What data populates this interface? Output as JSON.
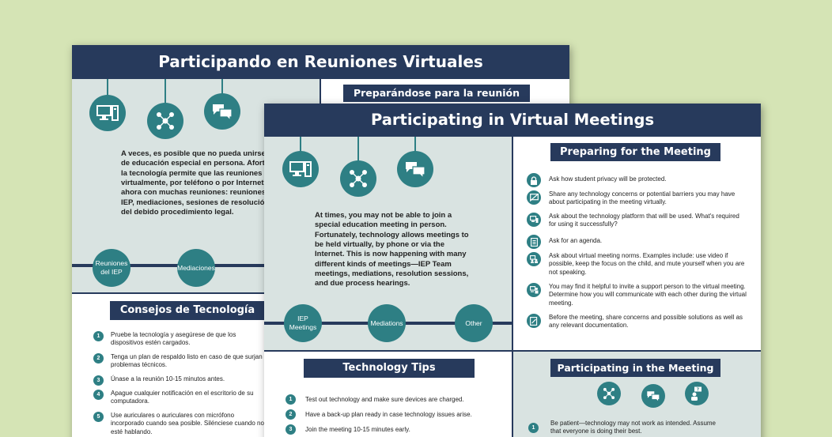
{
  "back_sheet": {
    "title": "Participando en Reuniones Virtuales",
    "prep_header": "Preparándose para la reunión",
    "intro": "A veces, es posible que no pueda unirse a una reunión de educación especial en persona. Afortunadamente, la tecnología permite que las reuniones se realicen virtualmente, por teléfono o por Internet. Esto sucede ahora con muchas reuniones: reuniones del equipo del IEP, mediaciones, sesiones de resolución y audiencias del debido procedimiento legal.",
    "timeline": [
      "Reuniones del IEP",
      "Mediaciones"
    ],
    "tips_header": "Consejos de Tecnología",
    "tips": [
      {
        "n": "1",
        "text": "Pruebe la tecnología y asegúrese de que los dispositivos estén cargados."
      },
      {
        "n": "2",
        "text": "Tenga un plan de respaldo listo en caso de que surjan problemas técnicos."
      },
      {
        "n": "3",
        "text": "Únase a la reunión 10-15 minutos antes."
      },
      {
        "n": "4",
        "text": "Apague cualquier notificación en el escritorio de su computadora."
      },
      {
        "n": "5",
        "text": "Use auriculares o auriculares con micrófono incorporado cuando sea posible. Silénciese cuando no esté hablando."
      }
    ]
  },
  "front_sheet": {
    "title": "Participating in Virtual Meetings",
    "intro": "At times, you may not be able to join a special education meeting in person. Fortunately, technology allows meetings to be held virtually, by phone or via the Internet. This is now happening with many different kinds of meetings—IEP Team meetings, mediations, resolution sessions, and due process hearings.",
    "timeline": [
      "IEP Meetings",
      "Mediations",
      "Other"
    ],
    "prep_header": "Preparing for the Meeting",
    "prep_items": [
      {
        "icon": "lock-icon",
        "text": "Ask how student privacy will be protected."
      },
      {
        "icon": "no-screen-icon",
        "text": "Share any technology concerns or potential barriers you may have about participating in the meeting virtually."
      },
      {
        "icon": "devices-icon",
        "text": "Ask about the technology platform that will be used. What's required for using it successfully?"
      },
      {
        "icon": "agenda-icon",
        "text": "Ask for an agenda."
      },
      {
        "icon": "video-people-icon",
        "text": "Ask about virtual meeting norms. Examples include: use video if possible, keep the focus on the child, and mute yourself when you are not speaking."
      },
      {
        "icon": "support-person-icon",
        "text": "You may find it helpful to invite a support person to the virtual meeting. Determine how you will communicate with each other during the virtual meeting."
      },
      {
        "icon": "document-icon",
        "text": "Before the meeting, share concerns and possible solutions as well as any relevant documentation."
      }
    ],
    "tips_header": "Technology Tips",
    "tips": [
      {
        "n": "1",
        "text": "Test out technology and make sure devices are charged."
      },
      {
        "n": "2",
        "text": "Have a back-up plan ready in case technology issues arise."
      },
      {
        "n": "3",
        "text": "Join the meeting 10-15 minutes early."
      }
    ],
    "participating_header": "Participating in the Meeting",
    "participating_items": [
      {
        "n": "1",
        "text": "Be patient—technology may not work as intended. Assume that everyone is doing their best."
      }
    ]
  }
}
